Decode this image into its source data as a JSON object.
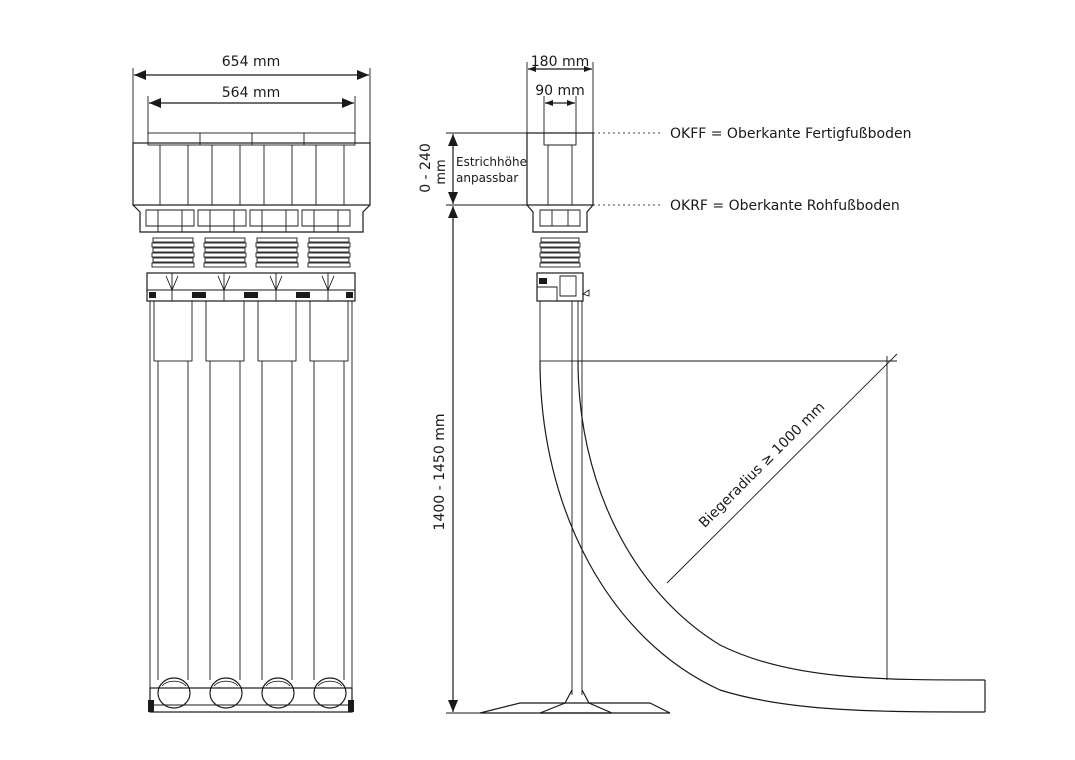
{
  "front_view": {
    "width_outer": "654 mm",
    "width_inner": "564 mm"
  },
  "side_view": {
    "depth_outer": "180 mm",
    "depth_inner": "90 mm",
    "screed_range_value": "0 - 240",
    "screed_range_unit": "mm",
    "screed_note_line1": "Estrichhöhe",
    "screed_note_line2": "anpassbar",
    "okff_label": "OKFF = Oberkante Fertigfußboden",
    "okrf_label": "OKRF = Oberkante Rohfußboden",
    "height_range": "1400 - 1450 mm",
    "bend_radius": "Biegeradius ≥ 1000 mm"
  }
}
